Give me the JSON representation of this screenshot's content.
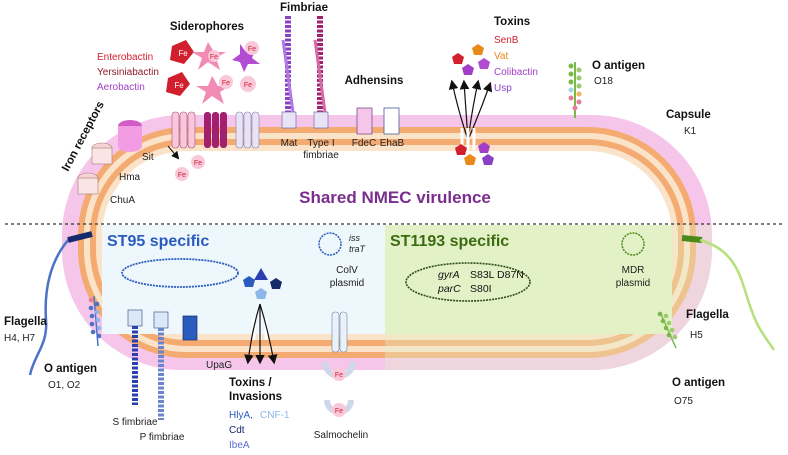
{
  "shared": {
    "title": "Shared NMEC virulence",
    "siderophores": {
      "title": "Siderophores",
      "items": [
        "Enterobactin",
        "Yersiniabactin",
        "Aerobactin"
      ],
      "fe": "Fe"
    },
    "fimbriae": {
      "title": "Fimbriae",
      "mat": "Mat",
      "type1_line1": "Type I",
      "type1_line2": "fimbriae"
    },
    "adhesins": {
      "title": "Adhensins",
      "fdec": "FdeC",
      "ehab": "EhaB"
    },
    "toxins": {
      "title": "Toxins",
      "items": [
        "SenB",
        "Vat",
        "Colibactin",
        "Usp"
      ]
    },
    "o_antigen": {
      "title": "O antigen",
      "value": "O18"
    },
    "capsule": {
      "title": "Capsule",
      "value": "K1"
    },
    "iron_receptors": {
      "title": "Iron receptors",
      "sit": "Sit",
      "hma": "Hma",
      "chua": "ChuA",
      "fe": "Fe"
    }
  },
  "st95": {
    "title": "ST95 specific",
    "flagella": {
      "title": "Flagella",
      "value": "H4, H7"
    },
    "o_antigen": {
      "title": "O antigen",
      "value": "O1, O2"
    },
    "s_fimbriae": "S fimbriae",
    "p_fimbriae": "P fimbriae",
    "upag": "UpaG",
    "toxins": {
      "title_line1": "Toxins /",
      "title_line2": "Invasions",
      "hlya": "HlyA,",
      "cnf1": "CNF-1",
      "cdt": "Cdt",
      "ibea": "IbeA"
    }
  },
  "colv": {
    "iss": "iss",
    "trat": "traT",
    "line1": "ColV",
    "line2": "plasmid"
  },
  "salmochelin": {
    "label": "Salmochelin",
    "fe": "Fe"
  },
  "st1193": {
    "title": "ST1193 specific",
    "gyra_gene": "gyrA",
    "gyra_mut": "S83L D87N",
    "parc_gene": "parC",
    "parc_mut": "S80I",
    "mdr_line1": "MDR",
    "mdr_line2": "plasmid",
    "flagella": {
      "title": "Flagella",
      "value": "H5"
    },
    "o_antigen": {
      "title": "O antigen",
      "value": "O75"
    }
  },
  "colors": {
    "capsule": "#f6c6ea",
    "membrane": "#f4ab72",
    "cytoplasm": "#ffffff",
    "st95_bg": "#eef7fb",
    "st1193_bg": "#e3f2c6",
    "shared_title": "#7b2d8e",
    "st95_title": "#2a5bbf",
    "st1193_title": "#3d6b12",
    "red": "#d11f2e",
    "darkred": "#8e1b2c",
    "purple": "#a23fc6",
    "orange": "#e8891a",
    "blue": "#2a5bbf",
    "lightblue": "#8fb6e8",
    "fimbria_purple": "#8a3fc7",
    "fimbria_magenta": "#a3206e",
    "navy": "#172a6b"
  },
  "icons": [
    "bacterial-cell",
    "siderophore-molecule",
    "fimbria-structure",
    "toxin-pentagon",
    "plasmid-ring",
    "flagellum",
    "o-antigen-chain",
    "porin-channel",
    "arrow"
  ]
}
